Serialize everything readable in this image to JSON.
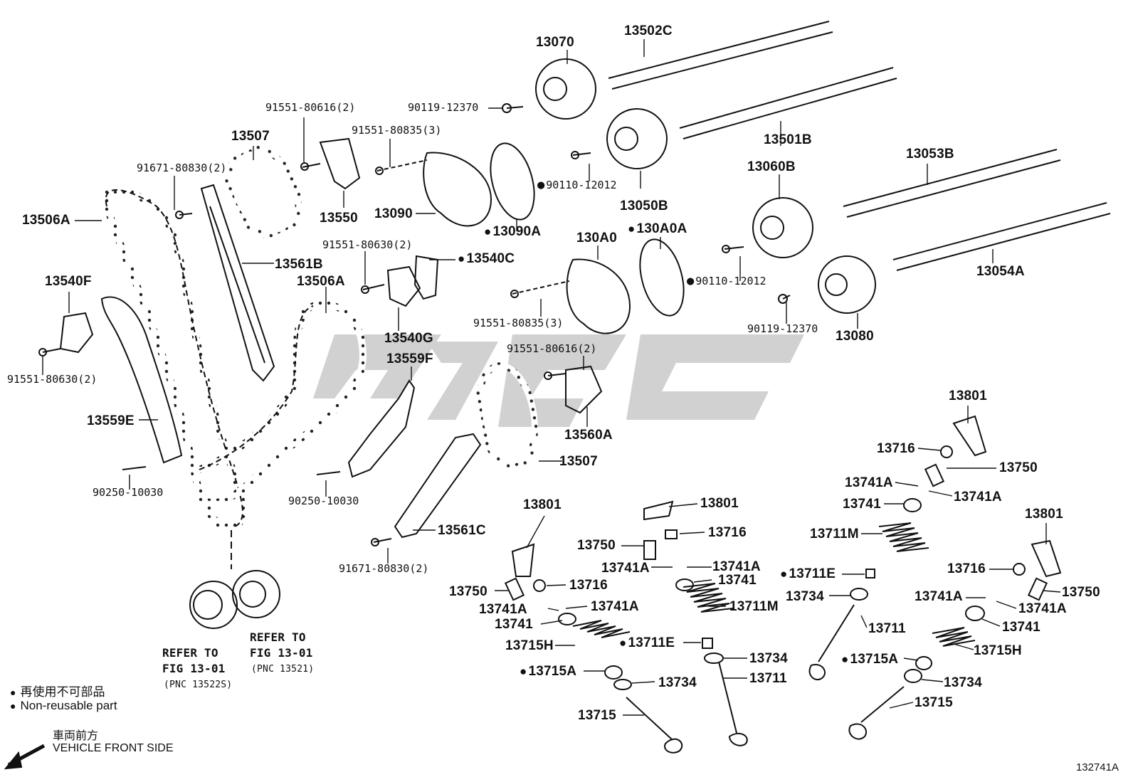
{
  "diagram_id": "132741A",
  "legend": {
    "non_reusable_jp": "再使用不可部品",
    "non_reusable_en": "Non-reusable part"
  },
  "direction": {
    "jp": "車両前方",
    "en": "VEHICLE FRONT SIDE"
  },
  "references": {
    "left_ref_1": "REFER TO",
    "left_ref_2": "FIG 13-01",
    "left_ref_3": "(PNC 13522S)",
    "right_ref_1": "REFER TO",
    "right_ref_2": "FIG 13-01",
    "right_ref_3": "(PNC 13521)"
  },
  "parts": {
    "p13070": "13070",
    "p13502C": "13502C",
    "p90119_12370_top": "90119-12370",
    "p91551_80616_top": "91551-80616(2)",
    "p13507_top": "13507",
    "p91551_80835_top": "91551-80835(3)",
    "p91671_80830_top": "91671-80830(2)",
    "p13506A_left": "13506A",
    "p13550": "13550",
    "p13090": "13090",
    "p90110_12012_top": "90110-12012",
    "p13501B": "13501B",
    "p13050B": "13050B",
    "p13090A": "13090A",
    "p13053B": "13053B",
    "p13060B": "13060B",
    "p130A0": "130A0",
    "p130A0A": "130A0A",
    "p13561B": "13561B",
    "p91551_80630_mid": "91551-80630(2)",
    "p13540C": "13540C",
    "p13506A_mid": "13506A",
    "p13540F": "13540F",
    "p13054A": "13054A",
    "p90110_12012_right": "90110-12012",
    "p91551_80835_mid": "91551-80835(3)",
    "p90119_12370_right": "90119-12370",
    "p13080": "13080",
    "p13540G": "13540G",
    "p91551_80630_left": "91551-80630(2)",
    "p91551_80616_mid": "91551-80616(2)",
    "p13559F": "13559F",
    "p13559E": "13559E",
    "p13560A": "13560A",
    "p13801_r1": "13801",
    "p13716_r1": "13716",
    "p13750_r1": "13750",
    "p13507_mid": "13507",
    "p90250_10030_left": "90250-10030",
    "p13741A_r1a": "13741A",
    "p13741A_r1b": "13741A",
    "p90250_10030_mid": "90250-10030",
    "p13741_r1": "13741",
    "p13801_c1": "13801",
    "p13801_m1": "13801",
    "p13561C": "13561C",
    "p13711M_r": "13711M",
    "p13801_r2": "13801",
    "p13716_c1": "13716",
    "p13750_c1": "13750",
    "p91671_80830_bottom": "91671-80830(2)",
    "p13741A_c1a": "13741A",
    "p13741A_c1b": "13741A",
    "p13716_r2": "13716",
    "p13711E_r": "13711E",
    "p13741_c1": "13741",
    "p13750_l1": "13750",
    "p13716_l1": "13716",
    "p13734_r": "13734",
    "p13711M_c": "13711M",
    "p13741A_r2a": "13741A",
    "p13750_r2": "13750",
    "p13741A_l1a": "13741A",
    "p13741A_l1b": "13741A",
    "p13741A_r2b": "13741A",
    "p13741_l1": "13741",
    "p13711_r": "13711",
    "p13741_r2": "13741",
    "p13715H_l": "13715H",
    "p13711E_c": "13711E",
    "p13715H_r": "13715H",
    "p13734_c": "13734",
    "p13715A_r": "13715A",
    "p13715A_l": "13715A",
    "p13711_c": "13711",
    "p13734_l": "13734",
    "p13734_r2": "13734",
    "p13715_r": "13715",
    "p13715_l": "13715"
  }
}
